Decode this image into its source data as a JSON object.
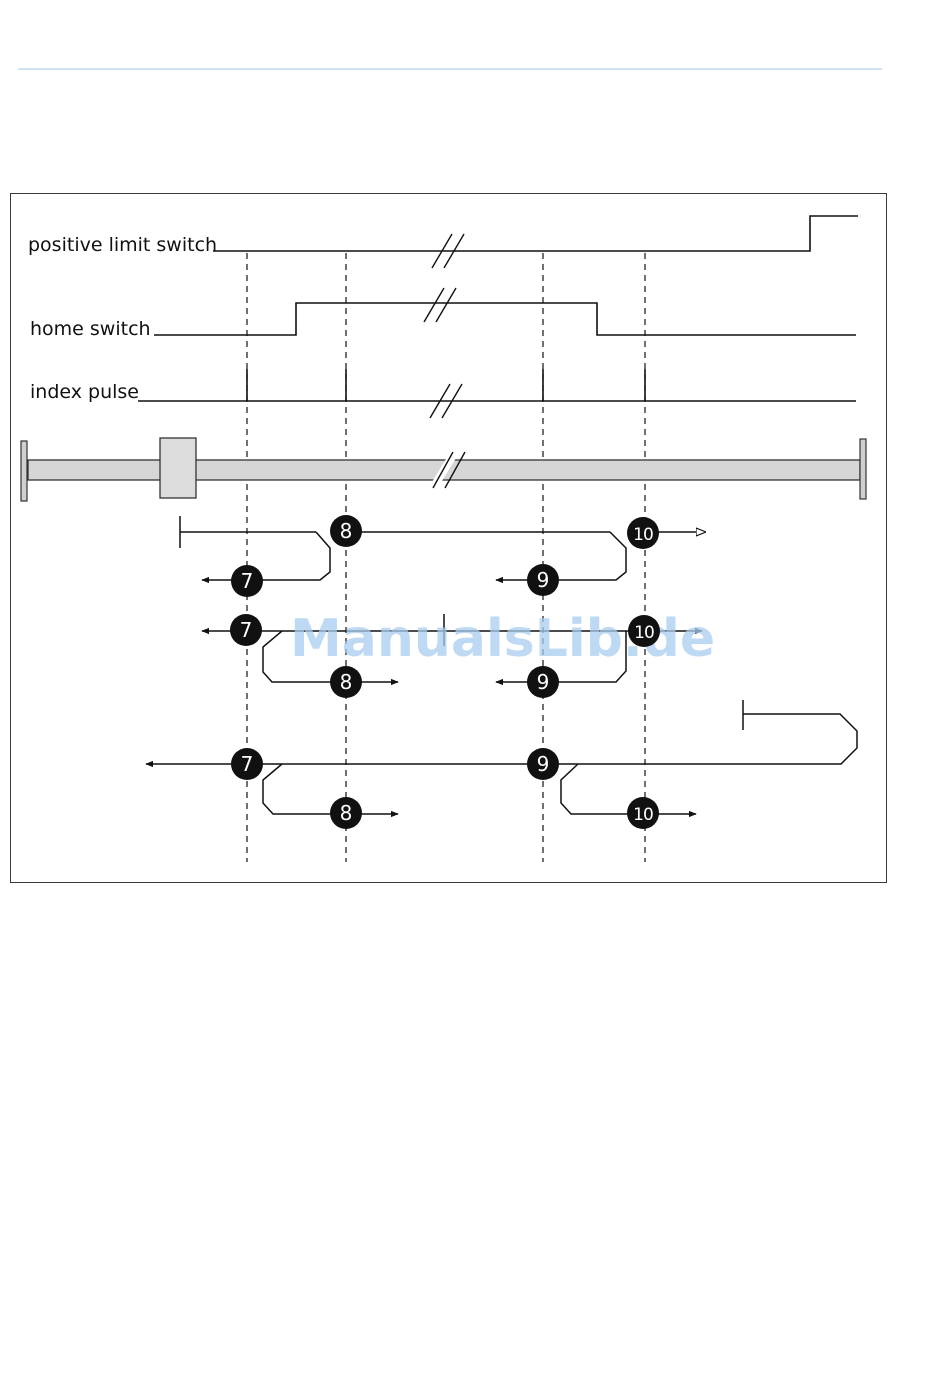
{
  "signals": {
    "positive_limit_switch": "positive limit switch",
    "home_switch": "home switch",
    "index_pulse": "index pulse"
  },
  "markers": {
    "m7": "7",
    "m8": "8",
    "m9": "9",
    "m10": "10"
  },
  "watermark": "ManualsLib.de",
  "colors": {
    "line": "#111111",
    "rail_fill": "#d6d6d6",
    "carriage_fill": "#dcdcdc",
    "watermark": "#a9cdef",
    "header_rule": "#cfe3f1"
  }
}
